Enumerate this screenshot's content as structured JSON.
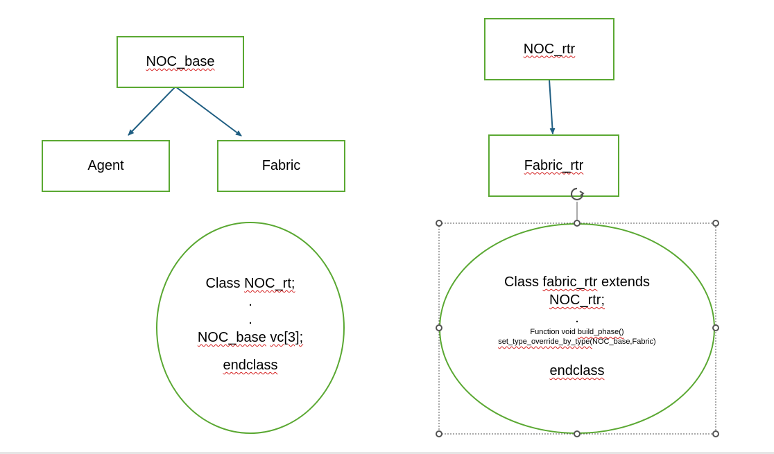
{
  "left_tree": {
    "root": "NOC_base",
    "children": [
      "Agent",
      "Fabric"
    ]
  },
  "right_tree": {
    "root": "NOC_rtr",
    "child": "Fabric_rtr"
  },
  "left_ellipse": {
    "line1_prefix": "Class ",
    "line1_name": "NOC_rt;",
    "dot1": ".",
    "dot2": ".",
    "line4_name": "NOC_base",
    "line4_mid": " ",
    "line4_suffix": "vc[3];",
    "line5": "endclass"
  },
  "right_ellipse": {
    "line1_prefix": "Class ",
    "line1_name": "fabric_rtr",
    "line1_suffix": " extends",
    "line2": "NOC_rtr;",
    "dot": ".",
    "line3_prefix": "Function void ",
    "line3_name": "build_phase()",
    "line4_name": "set_type_override_by_type(",
    "line4_suffix": "NOC_base,Fabric)",
    "line5": "endclass"
  },
  "colors": {
    "shape_border": "#5aa832",
    "arrow": "#1f5e82",
    "selection": "#555555"
  }
}
